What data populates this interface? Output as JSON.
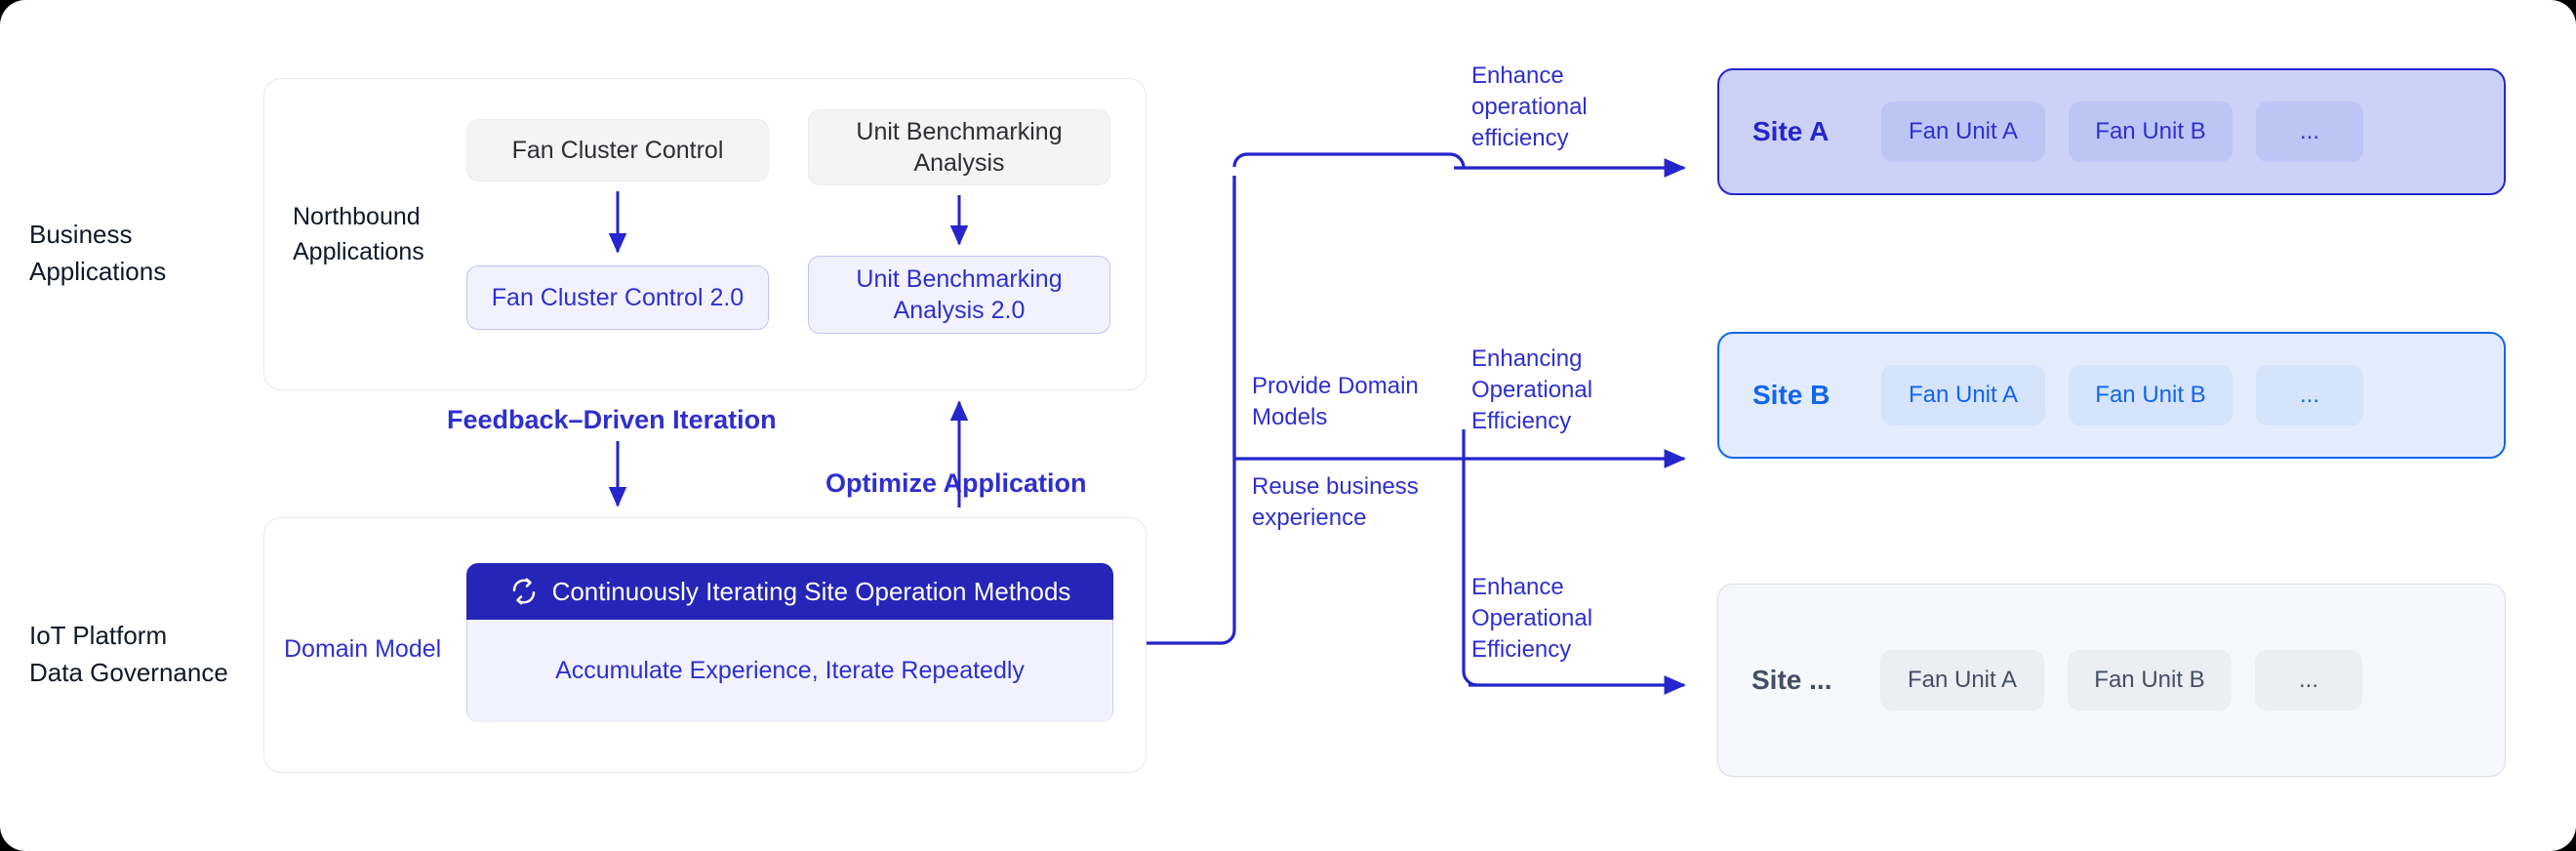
{
  "rows": {
    "business": "Business\nApplications",
    "iot": "IoT Platform\nData Governance"
  },
  "top_panel": {
    "tag": "Northbound\nApplications",
    "boxes": {
      "fan_cluster_control": "Fan Cluster Control",
      "fan_cluster_control_2": "Fan Cluster Control 2.0",
      "unit_benchmarking": "Unit Benchmarking\nAnalysis",
      "unit_benchmarking_2": "Unit Benchmarking\nAnalysis 2.0"
    }
  },
  "middle_arrows": {
    "feedback": "Feedback–Driven Iteration",
    "optimize": "Optimize Application"
  },
  "bottom_panel": {
    "tag": "Domain Model",
    "header": "Continuously Iterating Site Operation Methods",
    "header_icon": "loop-refresh-icon",
    "body": "Accumulate Experience, Iterate Repeatedly"
  },
  "connectors": {
    "provide_domain_models": "Provide Domain\nModels",
    "reuse_business_experience": "Reuse business\nexperience",
    "enhance_top": "Enhance\noperational\nefficiency",
    "enhance_middle": "Enhancing\nOperational\nEfficiency",
    "enhance_bottom": "Enhance\nOperational\nEfficiency"
  },
  "sites": [
    {
      "name": "Site A",
      "units": [
        "Fan Unit A",
        "Fan Unit B",
        "..."
      ]
    },
    {
      "name": "Site B",
      "units": [
        "Fan Unit A",
        "Fan Unit B",
        "..."
      ]
    },
    {
      "name": "Site ...",
      "units": [
        "Fan Unit A",
        "Fan Unit B",
        "..."
      ]
    }
  ],
  "colors": {
    "accent_blue": "#2f2fd0",
    "deep_blue": "#2525b8",
    "bright_blue": "#1266ee",
    "slate": "#454f63"
  }
}
